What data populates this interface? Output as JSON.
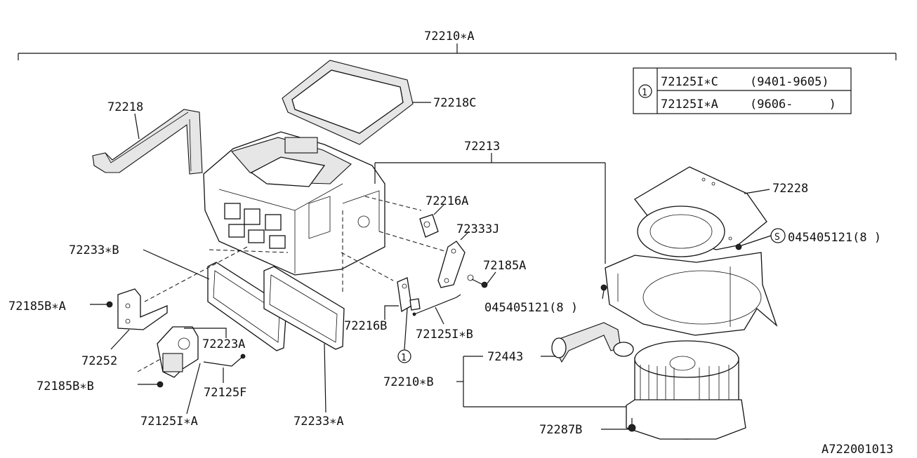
{
  "labels": {
    "main": "72210∗A",
    "p72218": "72218",
    "p72218c": "72218C",
    "p72213": "72213",
    "p72228": "72228",
    "p72216a": "72216A",
    "p72333j": "72333J",
    "p72185a": "72185A",
    "p72233b": "72233∗B",
    "p72185b_a": "72185B∗A",
    "p72252": "72252",
    "p72223a": "72223A",
    "p72185b_b": "72185B∗B",
    "p72125f": "72125F",
    "p72125i_a": "72125I∗A",
    "p72233a": "72233∗A",
    "p72216b": "72216B",
    "p72125i_b": "72125I∗B",
    "p72210b": "72210∗B",
    "p72443": "72443",
    "p72287b": "72287B",
    "s_bolt": "045405121(8 )",
    "bolt2": "045405121(8 )",
    "circle_s": "S",
    "circle_1": "1",
    "diagram_id": "A722001013"
  },
  "legend": {
    "key": "1",
    "rows": [
      {
        "part": "72125I∗C",
        "range": "(9401-9605)"
      },
      {
        "part": "72125I∗A",
        "range": "(9606-     )"
      }
    ]
  }
}
